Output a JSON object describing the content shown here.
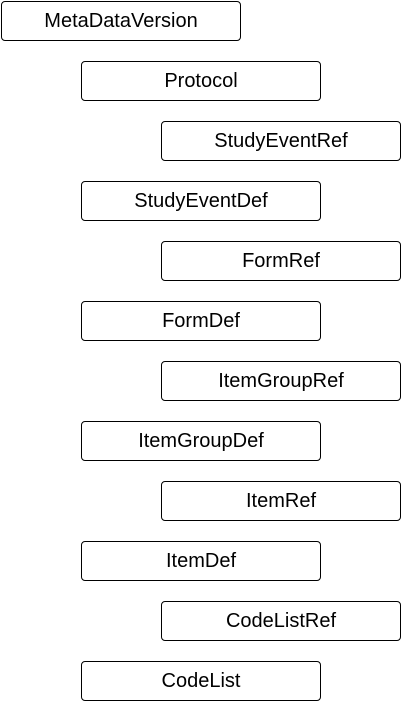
{
  "diagram": {
    "nodes": {
      "metadataversion": "MetaDataVersion",
      "protocol": "Protocol",
      "studyeventref": "StudyEventRef",
      "studyeventdef": "StudyEventDef",
      "formref": "FormRef",
      "formdef": "FormDef",
      "itemgroupref": "ItemGroupRef",
      "itemgroupdef": "ItemGroupDef",
      "itemref": "ItemRef",
      "itemdef": "ItemDef",
      "codelistref": "CodeListRef",
      "codelist": "CodeList"
    }
  }
}
